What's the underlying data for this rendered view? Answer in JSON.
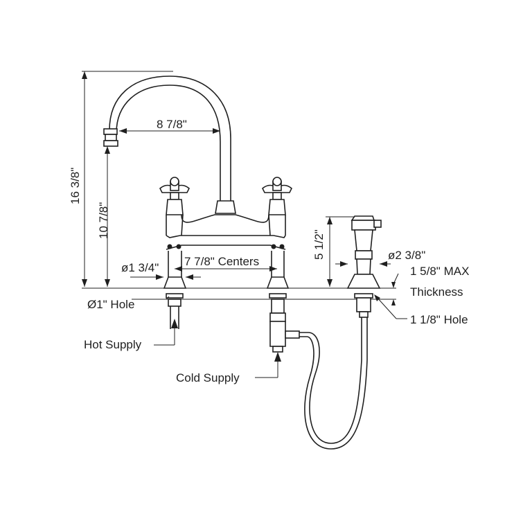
{
  "labels": {
    "overall_height": "16 3/8\"",
    "spout_height": "10 7/8\"",
    "spout_reach": "8 7/8\"",
    "base_diameter": "ø1 3/4\"",
    "centers": "7 7/8\" Centers",
    "spray_height": "5 1/2\"",
    "spray_diameter": "ø2 3/8\"",
    "max_thickness_line1": "1 5/8\" MAX",
    "max_thickness_line2": "Thickness",
    "hole_1in": "Ø1\" Hole",
    "hole_1_1_8": "1 1/8\" Hole",
    "hot_supply": "Hot Supply",
    "cold_supply": "Cold Supply"
  }
}
